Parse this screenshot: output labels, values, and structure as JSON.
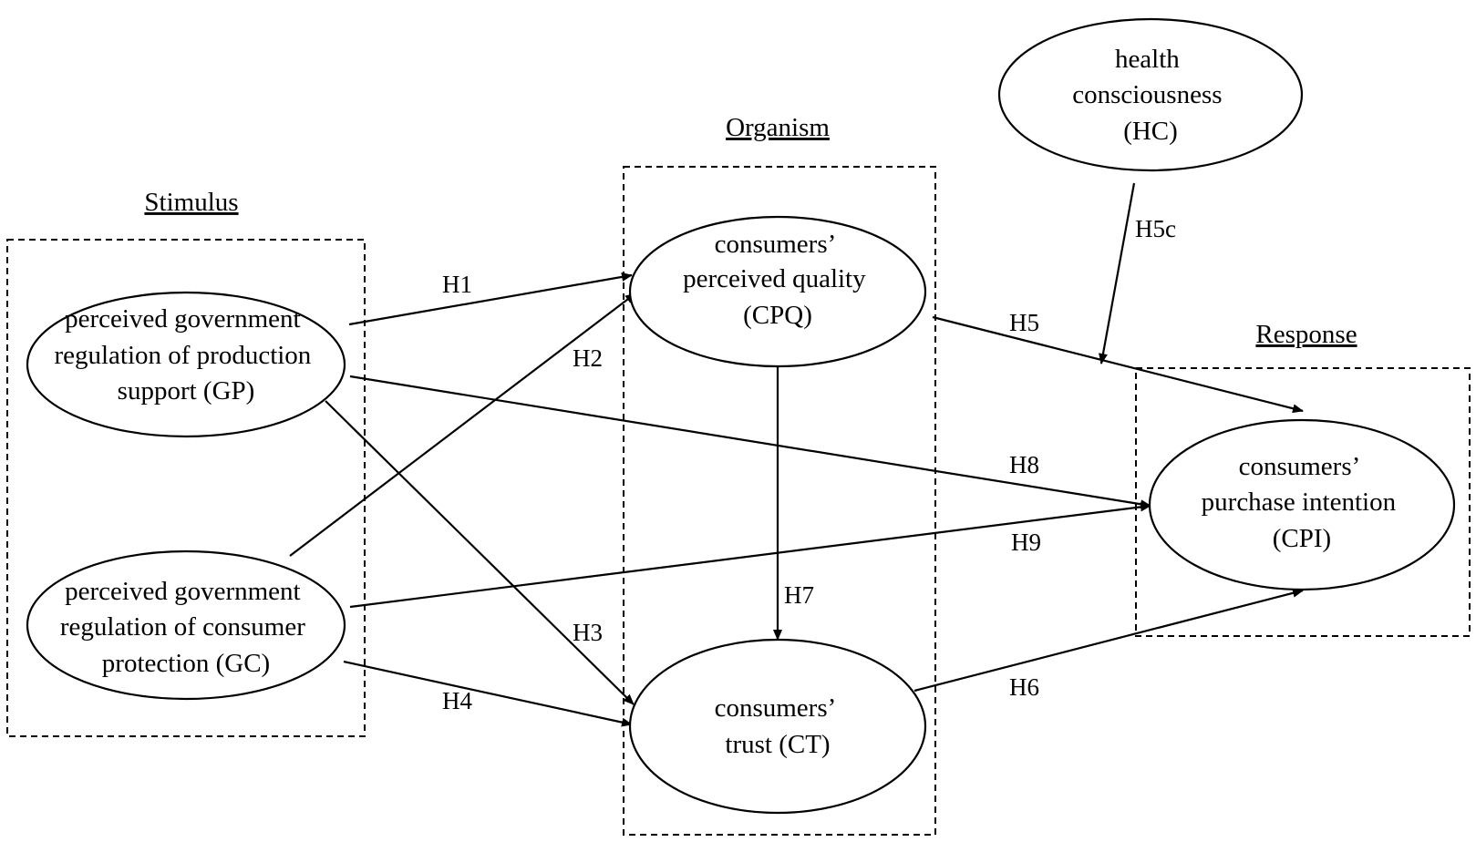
{
  "sections": {
    "stimulus": "Stimulus",
    "organism": "Organism",
    "response": "Response"
  },
  "nodes": {
    "gp": {
      "lines": [
        "perceived government",
        "regulation of production",
        "support (GP)"
      ]
    },
    "gc": {
      "lines": [
        "perceived government",
        "regulation of consumer",
        "protection (GC)"
      ]
    },
    "cpq": {
      "lines": [
        "consumers’",
        "perceived quality",
        "(CPQ)"
      ]
    },
    "ct": {
      "lines": [
        "consumers’",
        "trust (CT)"
      ]
    },
    "hc": {
      "lines": [
        "health",
        "consciousness",
        "(HC)"
      ]
    },
    "cpi": {
      "lines": [
        "consumers’",
        "purchase intention",
        "(CPI)"
      ]
    }
  },
  "edges": {
    "h1": "H1",
    "h2": "H2",
    "h3": "H3",
    "h4": "H4",
    "h5": "H5",
    "h5c": "H5c",
    "h6": "H6",
    "h7": "H7",
    "h8": "H8",
    "h9": "H9"
  },
  "colors": {
    "stroke": "#000000",
    "background": "#ffffff"
  }
}
